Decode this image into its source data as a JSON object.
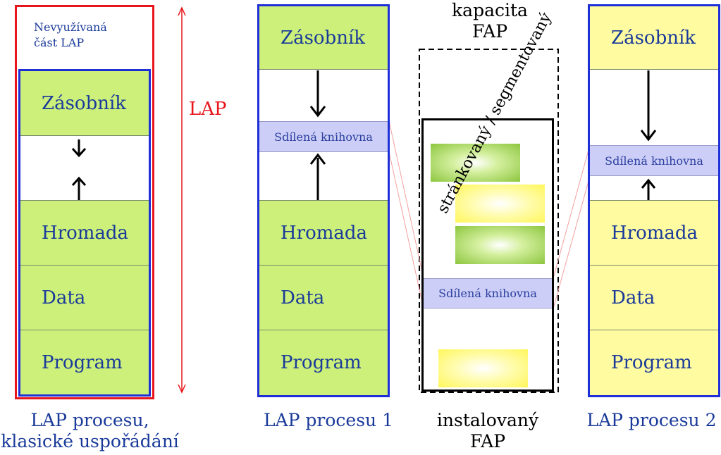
{
  "col1": {
    "unused": "Nevyužívaná část LAP",
    "segments": {
      "stack": "Zásobník",
      "heap": "Hromada",
      "data": "Data",
      "program": "Program"
    },
    "caption": "LAP procesu, klasické uspořádání"
  },
  "lap_label": "LAP",
  "col2": {
    "segments": {
      "stack": "Zásobník",
      "shared": "Sdílená knihovna",
      "heap": "Hromada",
      "data": "Data",
      "program": "Program"
    },
    "caption": "LAP procesu 1"
  },
  "fap": {
    "capacity_label": "kapacita FAP",
    "paging_label": "stránkovaný / segmentovaný",
    "shared": "Sdílená knihovna",
    "caption": "instalovaný FAP"
  },
  "col4": {
    "segments": {
      "stack": "Zásobník",
      "shared": "Sdílená knihovna",
      "heap": "Hromada",
      "data": "Data",
      "program": "Program"
    },
    "caption": "LAP procesu 2"
  },
  "colors": {
    "green": "#ccf07a",
    "yellow": "#fefba0",
    "shared": "#cccef7",
    "blue_border": "#1e2fd8",
    "red_border": "#e8161c",
    "text_blue": "#1a3a9a"
  }
}
